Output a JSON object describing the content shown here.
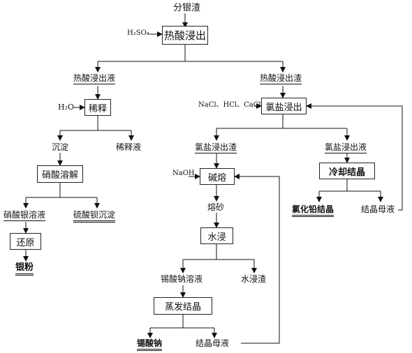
{
  "start": "分银渣",
  "reagents": {
    "h2so4": "H₂SO₄",
    "h2o": "H₂O",
    "chloride": "NaCl、HCl、CaCl₂",
    "naoh": "NaOH"
  },
  "processes": {
    "hot_acid_leach": "热酸浸出",
    "dilute": "稀释",
    "nitric_dissolve": "硝酸溶解",
    "reduce": "还原",
    "chloride_leach": "氯盐浸出",
    "alkali_fusion": "碱熔",
    "water_leach": "水浸",
    "evaporative_cryst": "蒸发结晶",
    "cooling_cryst": "冷却结晶"
  },
  "streams": {
    "hot_acid_liquor": "热酸浸出液",
    "hot_acid_residue": "热酸浸出渣",
    "precipitate": "沉淀",
    "dilute_liquor": "稀释液",
    "silver_nitrate": "硝酸银溶液",
    "barium_sulfate": "硫酸钡沉淀",
    "silver_powder": "银粉",
    "chloride_residue": "氯盐浸出渣",
    "chloride_liquor": "氯盐浸出液",
    "molten_sand": "熔砂",
    "sodium_stannate_sol": "锡酸钠溶液",
    "water_leach_residue": "水浸渣",
    "sodium_stannate": "锡酸钠",
    "mother_liquor_1": "结晶母液",
    "lead_chloride": "氯化铅结晶",
    "mother_liquor_2": "结晶母液"
  }
}
